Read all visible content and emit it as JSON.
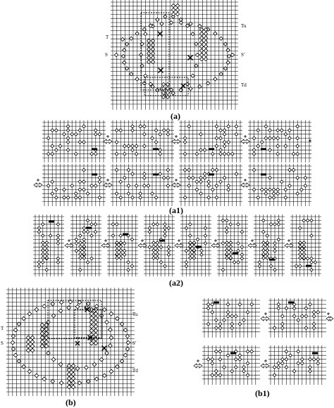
{
  "captions": {
    "a": "(a)",
    "a1": "(a1)",
    "a2": "(a2)",
    "b": "(b)",
    "b1": "(b1)"
  },
  "labels": {
    "T": "T",
    "S": "S",
    "S_prime": "S'",
    "Tu": "Tu",
    "Td": "Td"
  },
  "colors": {
    "grid": "#000000",
    "node_fill": "#ffffff",
    "node_stroke": "#000000",
    "arrow": "#000000",
    "background": "#ffffff"
  },
  "symbols": {
    "node": "diamond-node",
    "cross": "cross-marker",
    "arrow": "hollow-double-arrow"
  }
}
